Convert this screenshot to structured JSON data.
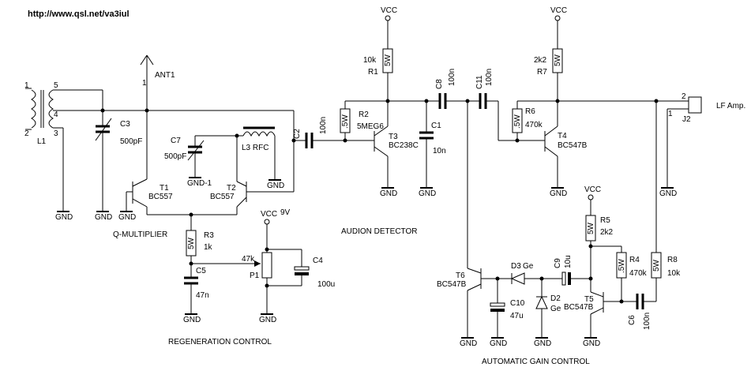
{
  "url": "http://www.qsl.net/va3iul",
  "sections": {
    "q_multiplier": "Q-MULTIPLIER",
    "regeneration": "REGENERATION CONTROL",
    "audion": "AUDION DETECTOR",
    "agc": "AUTOMATIC GAIN CONTROL"
  },
  "components": {
    "L1": "L1",
    "ANT1": "ANT1",
    "C3": "C3",
    "C3v": "500pF",
    "C7": "C7",
    "C7v": "500pF",
    "L3": "L3  RFC",
    "T1": "T1",
    "T1t": "BC557",
    "T2": "T2",
    "T2t": "BC557",
    "R3": "R3",
    "R3v": "1k",
    "C5": "C5",
    "C5v": "47n",
    "P1": "P1",
    "P1v": "47k",
    "C4": "C4",
    "C4v": "100u",
    "vcc9": "9V",
    "C2": "C2",
    "C2v": "100n",
    "R2": "R2",
    "R2v": "5MEG6",
    "R1": "R1",
    "R1v": "10k",
    "T3": "T3",
    "T3t": "BC238C",
    "C1": "C1",
    "C1v": "10n",
    "C8": "C8",
    "C8v": "100n",
    "C11": "C11",
    "C11v": "100n",
    "R7": "R7",
    "R7v": "2k2",
    "R6": "R6",
    "R6v": "470k",
    "T4": "T4",
    "T4t": "BC547B",
    "J2": "J2",
    "lf": "LF Amp.",
    "T6": "T6",
    "T6t": "BC547B",
    "C10": "C10",
    "C10v": "47u",
    "D3": "D3",
    "D3t": "Ge",
    "D2": "D2",
    "D2t": "Ge",
    "C9": "C9",
    "C9v": "10u",
    "R5": "R5",
    "R5v": "2k2",
    "T5": "T5",
    "T5t": "BC547B",
    "R4": "R4",
    "R4v": "470k",
    "R8": "R8",
    "R8v": "10k",
    "C6": "C6",
    "C6v": "100n"
  },
  "resistor_body": "5W",
  "resistor_body_r2": ".5W",
  "vcc": "VCC",
  "gnd": "GND",
  "gnd1": "GND-1",
  "pins": {
    "L1_1": "1",
    "L1_2": "2",
    "L1_3": "3",
    "L1_4": "4",
    "L1_5": "5",
    "ant_1": "1",
    "j2_1": "1",
    "j2_2": "2"
  }
}
